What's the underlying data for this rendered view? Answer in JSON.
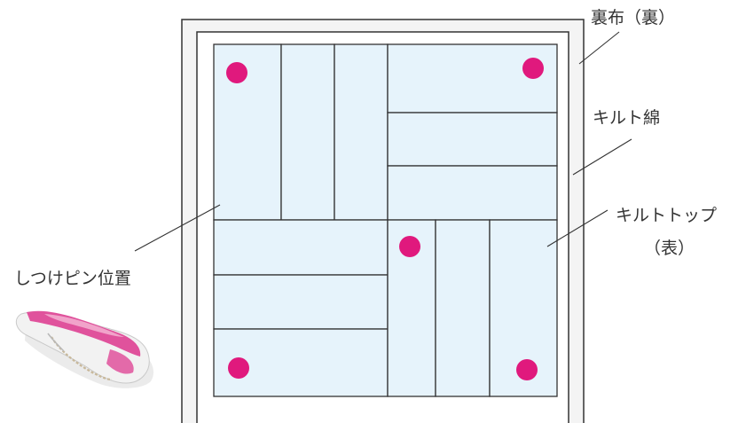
{
  "labels": {
    "backing": "裏布（裏）",
    "batting": "キルト綿",
    "quilt_top": "キルトトップ",
    "quilt_top_sub": "（表）",
    "pin_position": "しつけピン位置"
  },
  "colors": {
    "outer_frame_fill": "#f4f4f4",
    "block_fill": "#e6f3fb",
    "line": "#333333",
    "pin_dot": "#e0197d",
    "pin_accent": "#e0529c"
  },
  "icons": {
    "pin_clip": "quilting-pin-clip-icon"
  }
}
